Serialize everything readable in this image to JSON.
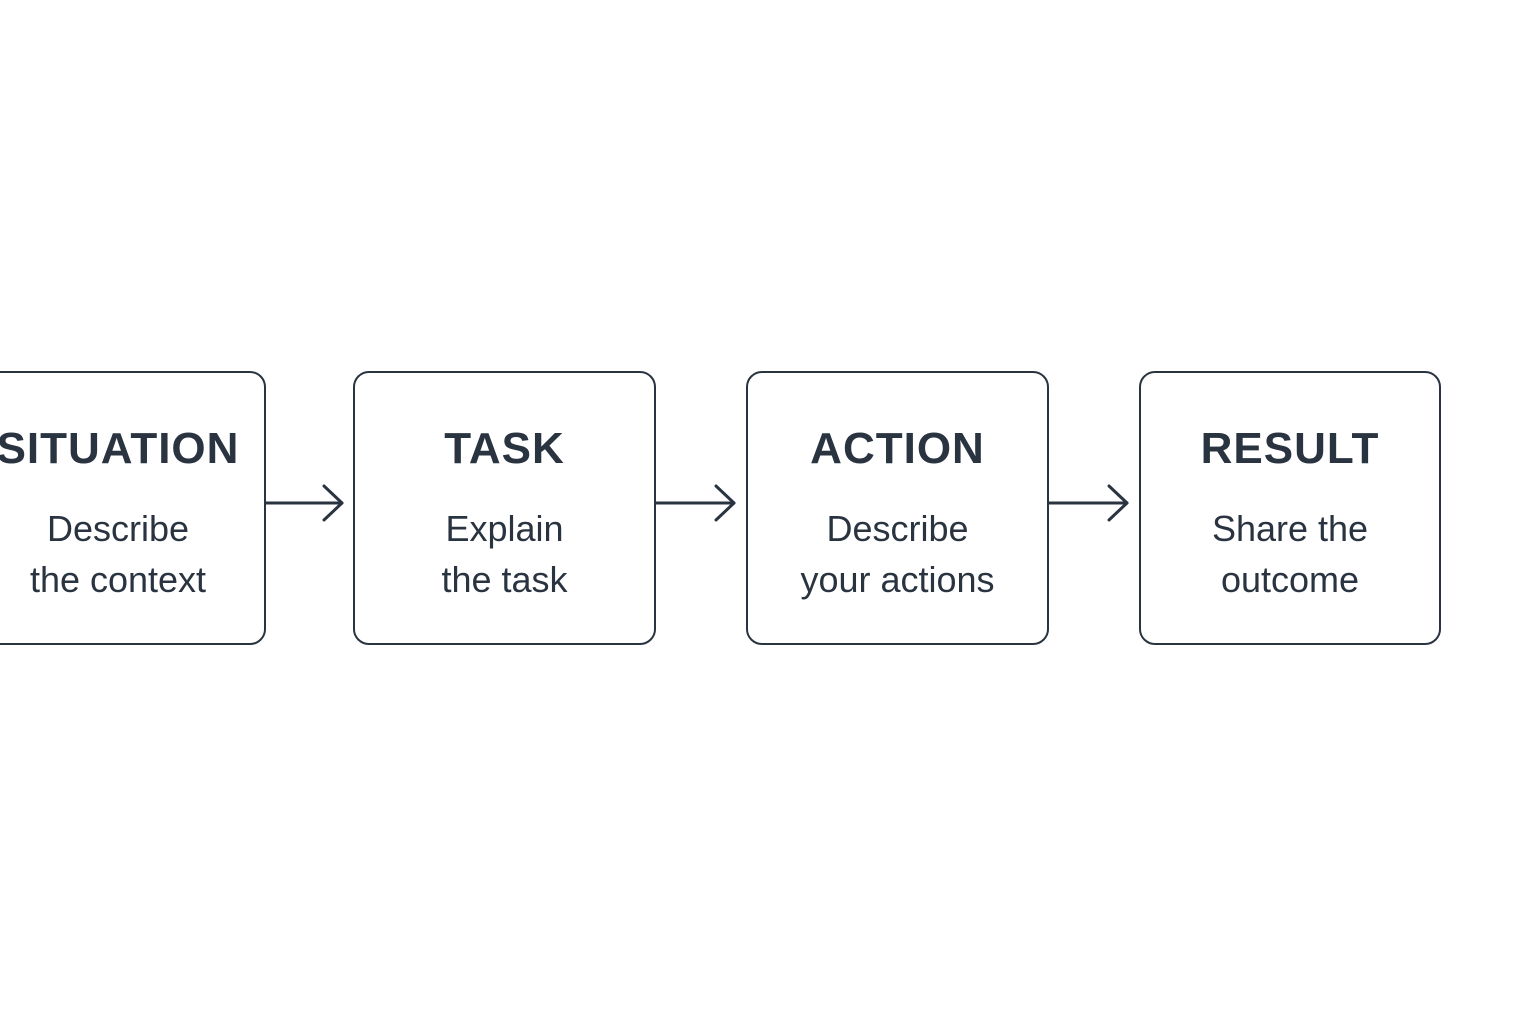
{
  "steps": [
    {
      "title": "SITUATION",
      "desc_line1": "Describe",
      "desc_line2": "the context"
    },
    {
      "title": "TASK",
      "desc_line1": "Explain",
      "desc_line2": "the task"
    },
    {
      "title": "ACTION",
      "desc_line1": "Describe",
      "desc_line2": "your actions"
    },
    {
      "title": "RESULT",
      "desc_line1": "Share the",
      "desc_line2": "outcome"
    }
  ],
  "colors": {
    "stroke": "#2a3441",
    "text": "#2a3441",
    "background": "#ffffff"
  },
  "icons": {
    "connector": "arrow-right-icon"
  }
}
